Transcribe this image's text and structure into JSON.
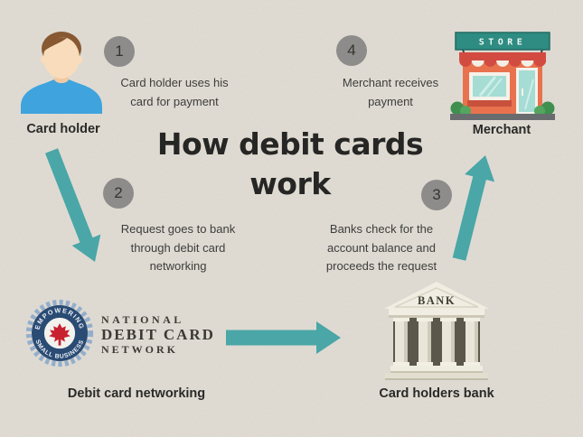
{
  "title": "How debit cards\nwork",
  "steps": [
    {
      "number": "1",
      "text": "Card holder uses his\ncard for payment"
    },
    {
      "number": "2",
      "text": "Request goes to bank\nthrough debit card\nnetworking"
    },
    {
      "number": "3",
      "text": "Banks check for the\naccount balance and\nproceeds the request"
    },
    {
      "number": "4",
      "text": "Merchant receives\npayment"
    }
  ],
  "actors": {
    "card_holder": {
      "label": "Card holder"
    },
    "merchant": {
      "label": "Merchant",
      "sign_text": "STORE"
    },
    "network": {
      "label": "Debit card networking",
      "wordmark_line1": "NATIONAL",
      "wordmark_line2": "DEBIT CARD",
      "wordmark_line3": "NETWORK",
      "seal_top_text": "EMPOWERING",
      "seal_bottom_text": "SMALL BUSINESS"
    },
    "bank": {
      "label": "Card holders bank",
      "sign_text": "BANK"
    }
  },
  "colors": {
    "background": "#e1ddd5",
    "arrow_teal": "#4aa6a7",
    "step_circle_gray": "#8d8c8a",
    "title_text": "#262624"
  }
}
